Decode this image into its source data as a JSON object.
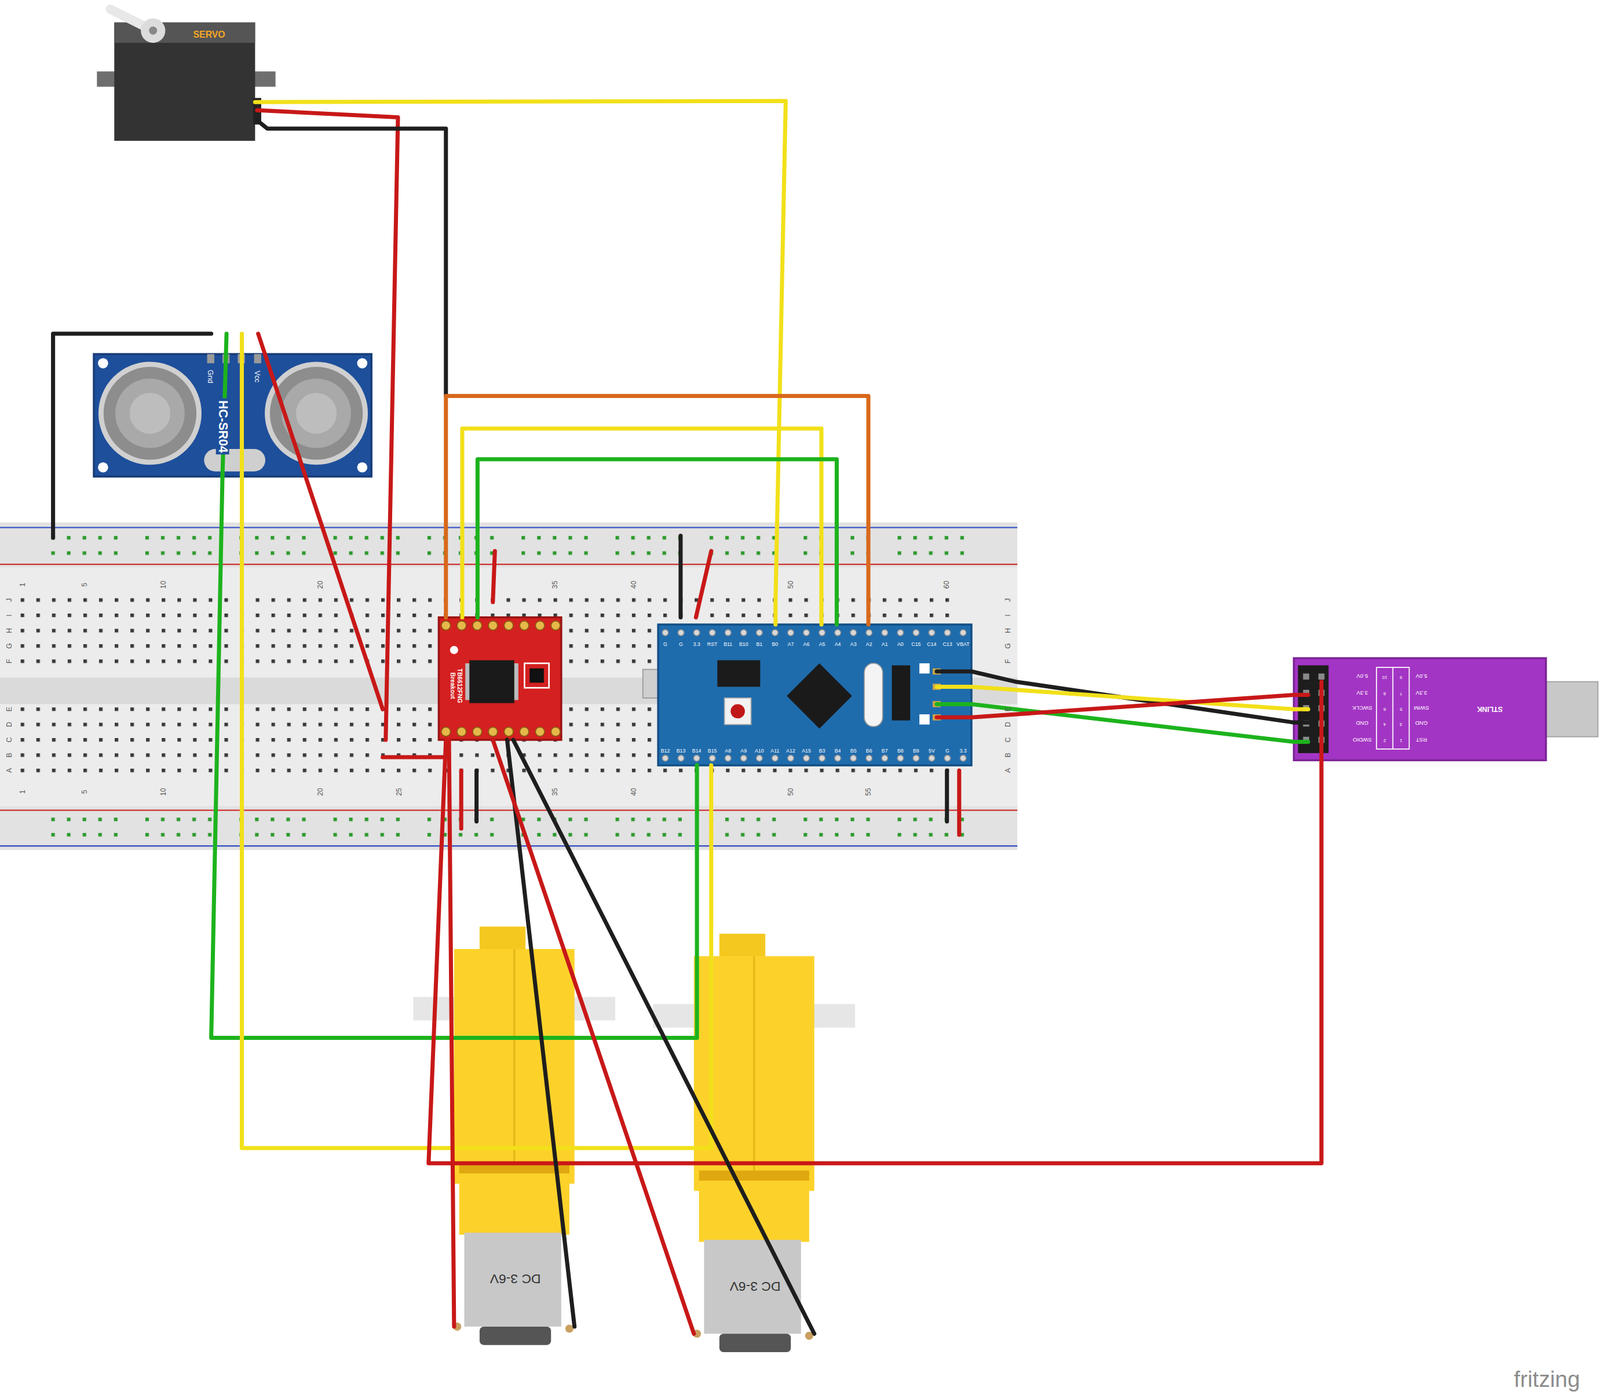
{
  "diagram": {
    "nodes": [
      {
        "text": [
          "SERVO"
        ]
      },
      {
        "text": [
          "HC-SR04",
          "Gnd",
          "Vcc"
        ]
      },
      {
        "text": [
          "TB6612FNG Breakout"
        ]
      },
      {
        "text": [
          "G",
          "G",
          "3.3",
          "RST",
          "B11",
          "B10",
          "B1",
          "B0",
          "A7",
          "A6",
          "A5",
          "A4",
          "A3",
          "A2",
          "A1",
          "A0",
          "C15",
          "C14",
          "C13",
          "VBAT",
          "B12",
          "B13",
          "B14",
          "B15",
          "A8",
          "A9",
          "A10",
          "A11",
          "A12",
          "A15",
          "B3",
          "B4",
          "B5",
          "B6",
          "B7",
          "B8",
          "B9",
          "5V",
          "G",
          "3.3"
        ]
      },
      {
        "text": [
          "STLINK",
          "5.0V",
          "3.3V",
          "SWCLK",
          "GND",
          "SWDIO",
          "5.0V",
          "3.3V",
          "SWIM",
          "GND",
          "RST",
          "10",
          "8",
          "6",
          "4",
          "2",
          "9",
          "7",
          "5",
          "3",
          "1"
        ]
      },
      {
        "text": [
          "DC 3-6V"
        ]
      },
      {
        "text": [
          "DC 3-6V"
        ]
      }
    ],
    "edges": [
      {
        "from": 0,
        "to": 3,
        "arrow": "none"
      },
      {
        "from": 1,
        "to": 3,
        "arrow": "none"
      },
      {
        "from": 1,
        "to": 3,
        "arrow": "none"
      },
      {
        "from": 2,
        "to": 3,
        "arrow": "none"
      },
      {
        "from": 2,
        "to": 3,
        "arrow": "none"
      },
      {
        "from": 2,
        "to": 3,
        "arrow": "none"
      },
      {
        "from": 3,
        "to": 4,
        "arrow": "none"
      },
      {
        "from": 3,
        "to": 4,
        "arrow": "none"
      },
      {
        "from": 3,
        "to": 4,
        "arrow": "none"
      },
      {
        "from": 3,
        "to": 4,
        "arrow": "none"
      },
      {
        "from": 4,
        "to": 2,
        "arrow": "none"
      },
      {
        "from": 2,
        "to": 5,
        "arrow": "none"
      },
      {
        "from": 2,
        "to": 5,
        "arrow": "none"
      },
      {
        "from": 2,
        "to": 6,
        "arrow": "none"
      },
      {
        "from": 2,
        "to": 6,
        "arrow": "none"
      }
    ],
    "labels": [
      "1",
      "5",
      "10",
      "20",
      "35",
      "40",
      "50",
      "60",
      "1",
      "5",
      "10",
      "20",
      "25",
      "35",
      "40",
      "50",
      "55",
      "J",
      "I",
      "H",
      "G",
      "F",
      "E",
      "D",
      "C",
      "B",
      "A",
      "J",
      "I",
      "H",
      "G",
      "F",
      "E",
      "D",
      "C",
      "B",
      "A",
      "fritzing"
    ]
  }
}
